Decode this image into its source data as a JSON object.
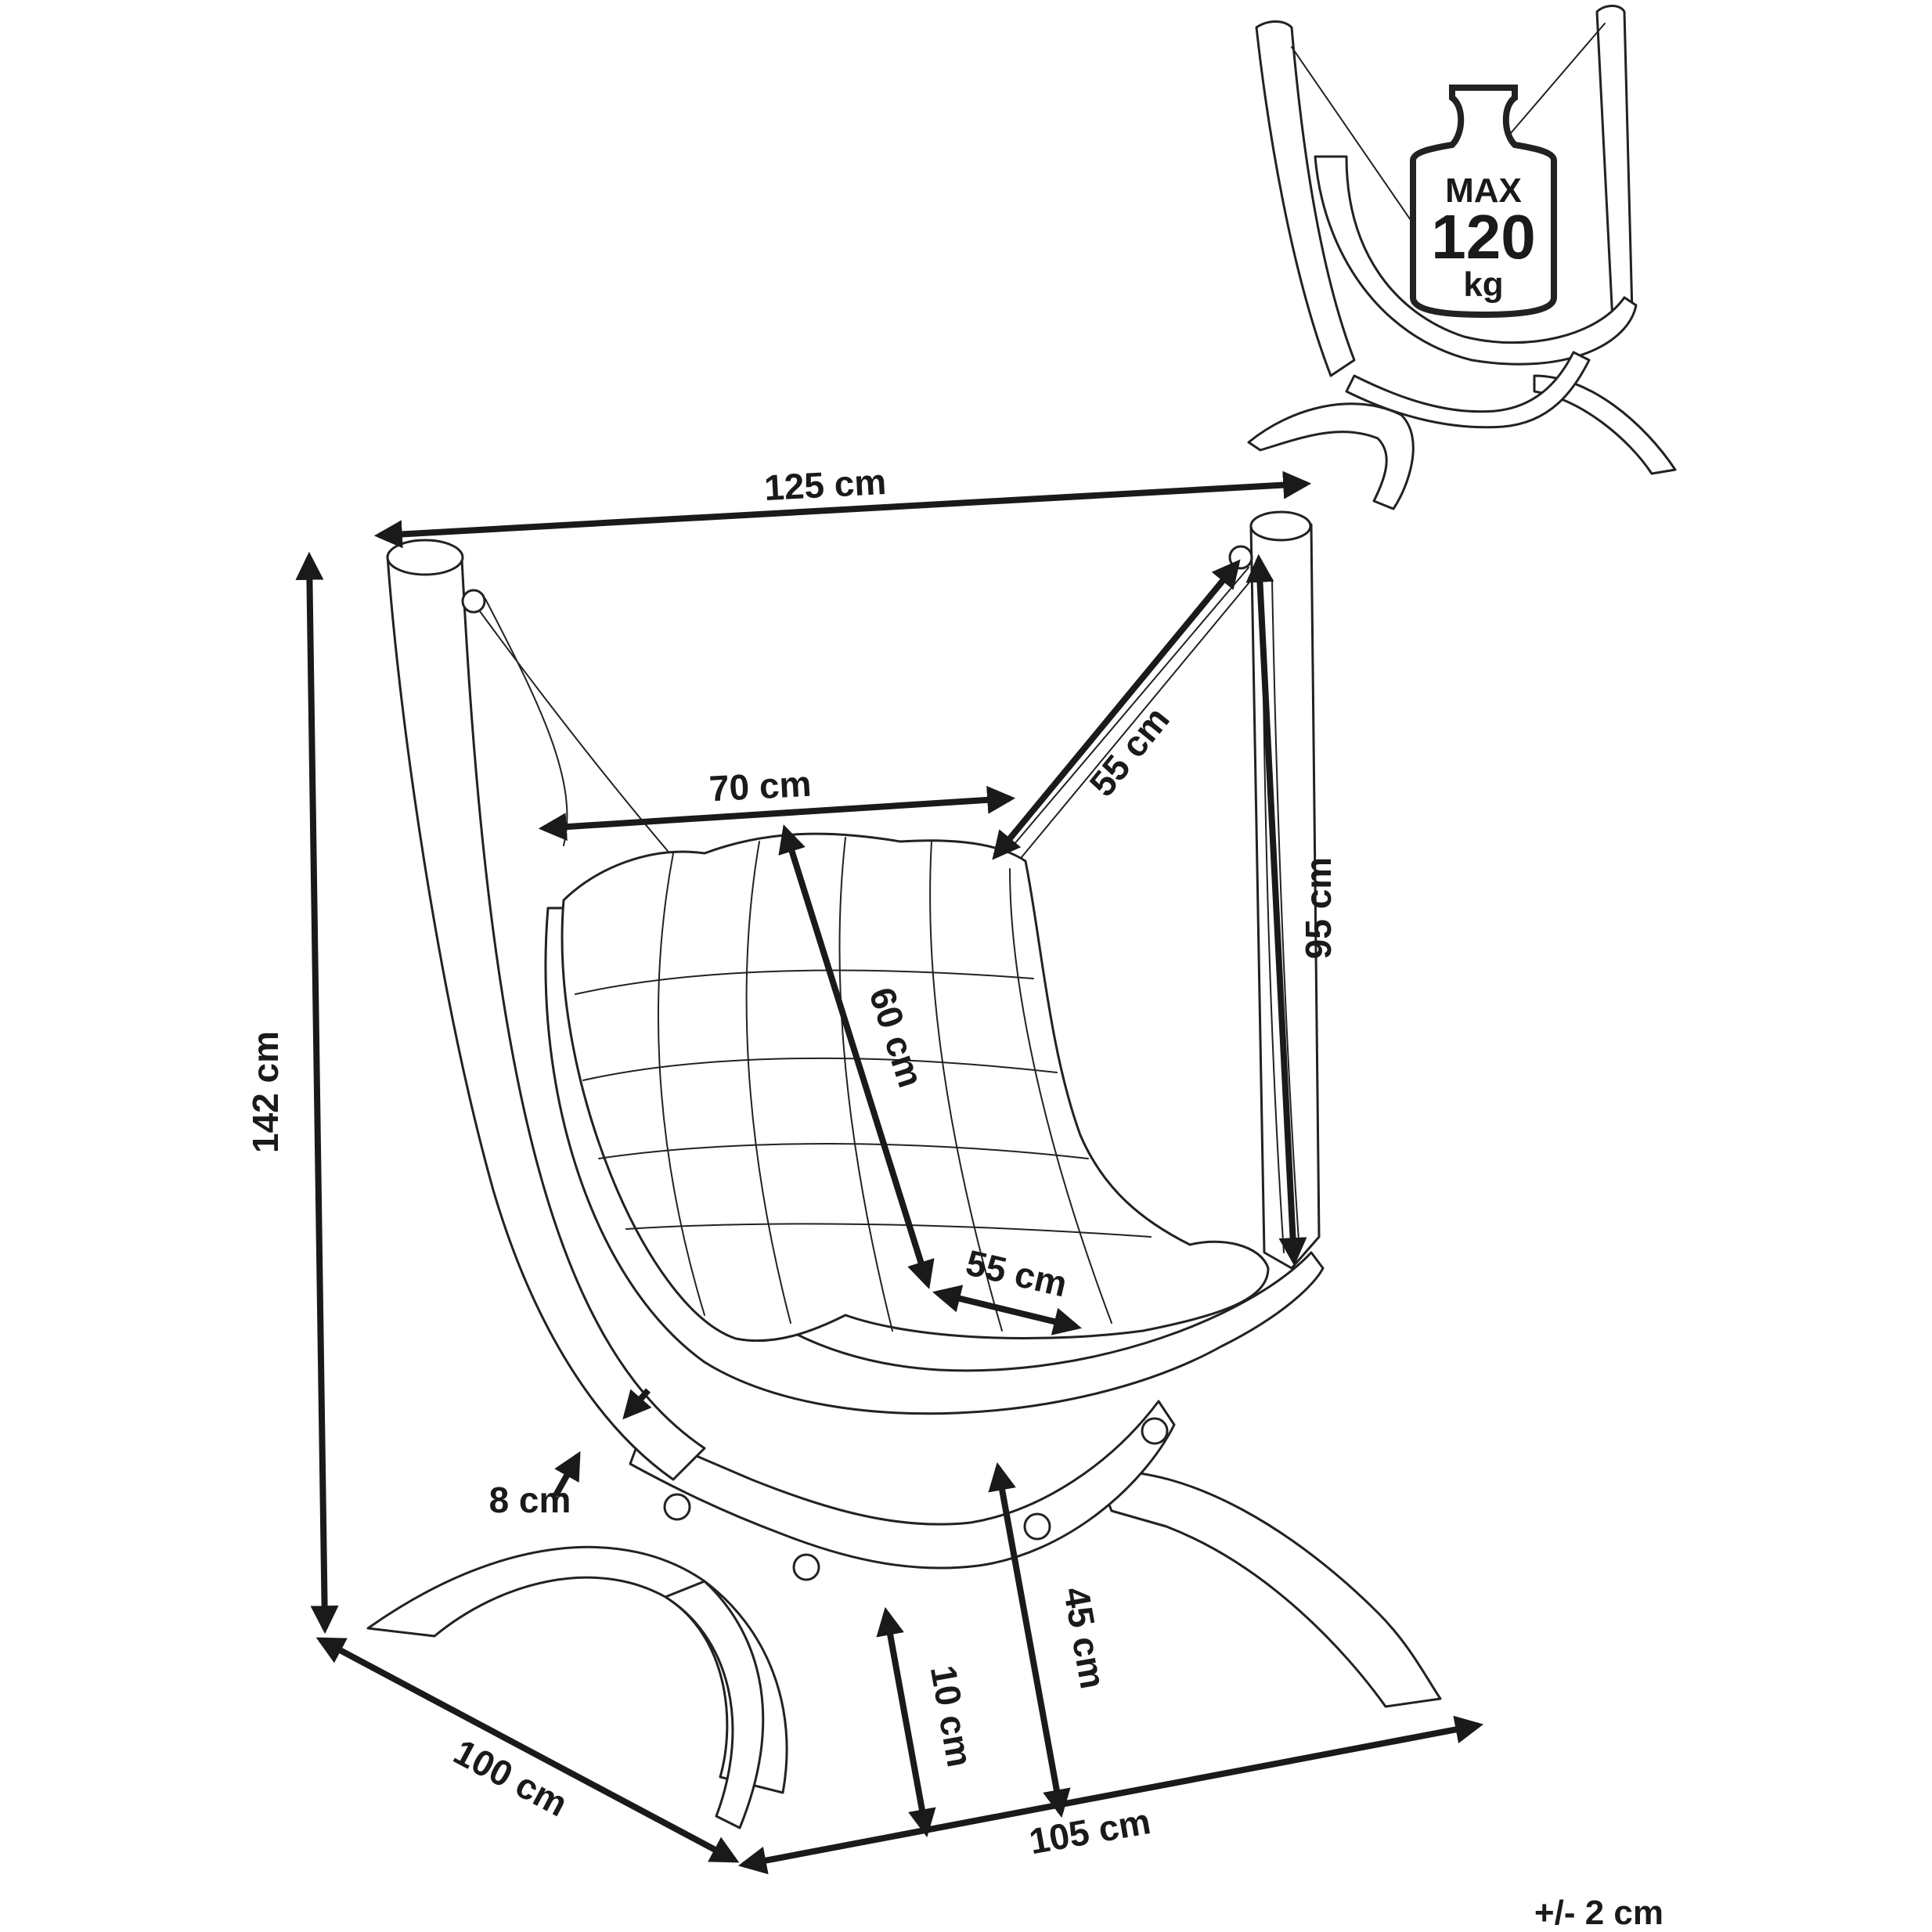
{
  "dimensions": {
    "overall_width": "125 cm",
    "overall_height": "142 cm",
    "base_depth": "100 cm",
    "base_width": "105 cm",
    "seat_width": "70 cm",
    "back_height": "60 cm",
    "seat_depth": "55 cm",
    "rope_length": "55 cm",
    "hanging_height": "95 cm",
    "seat_height": "45 cm",
    "ground_clearance": "10 cm",
    "frame_thickness": "8 cm"
  },
  "weight_limit": {
    "line1": "MAX",
    "line2": "120",
    "line3": "kg"
  },
  "tolerance": "+/- 2 cm"
}
